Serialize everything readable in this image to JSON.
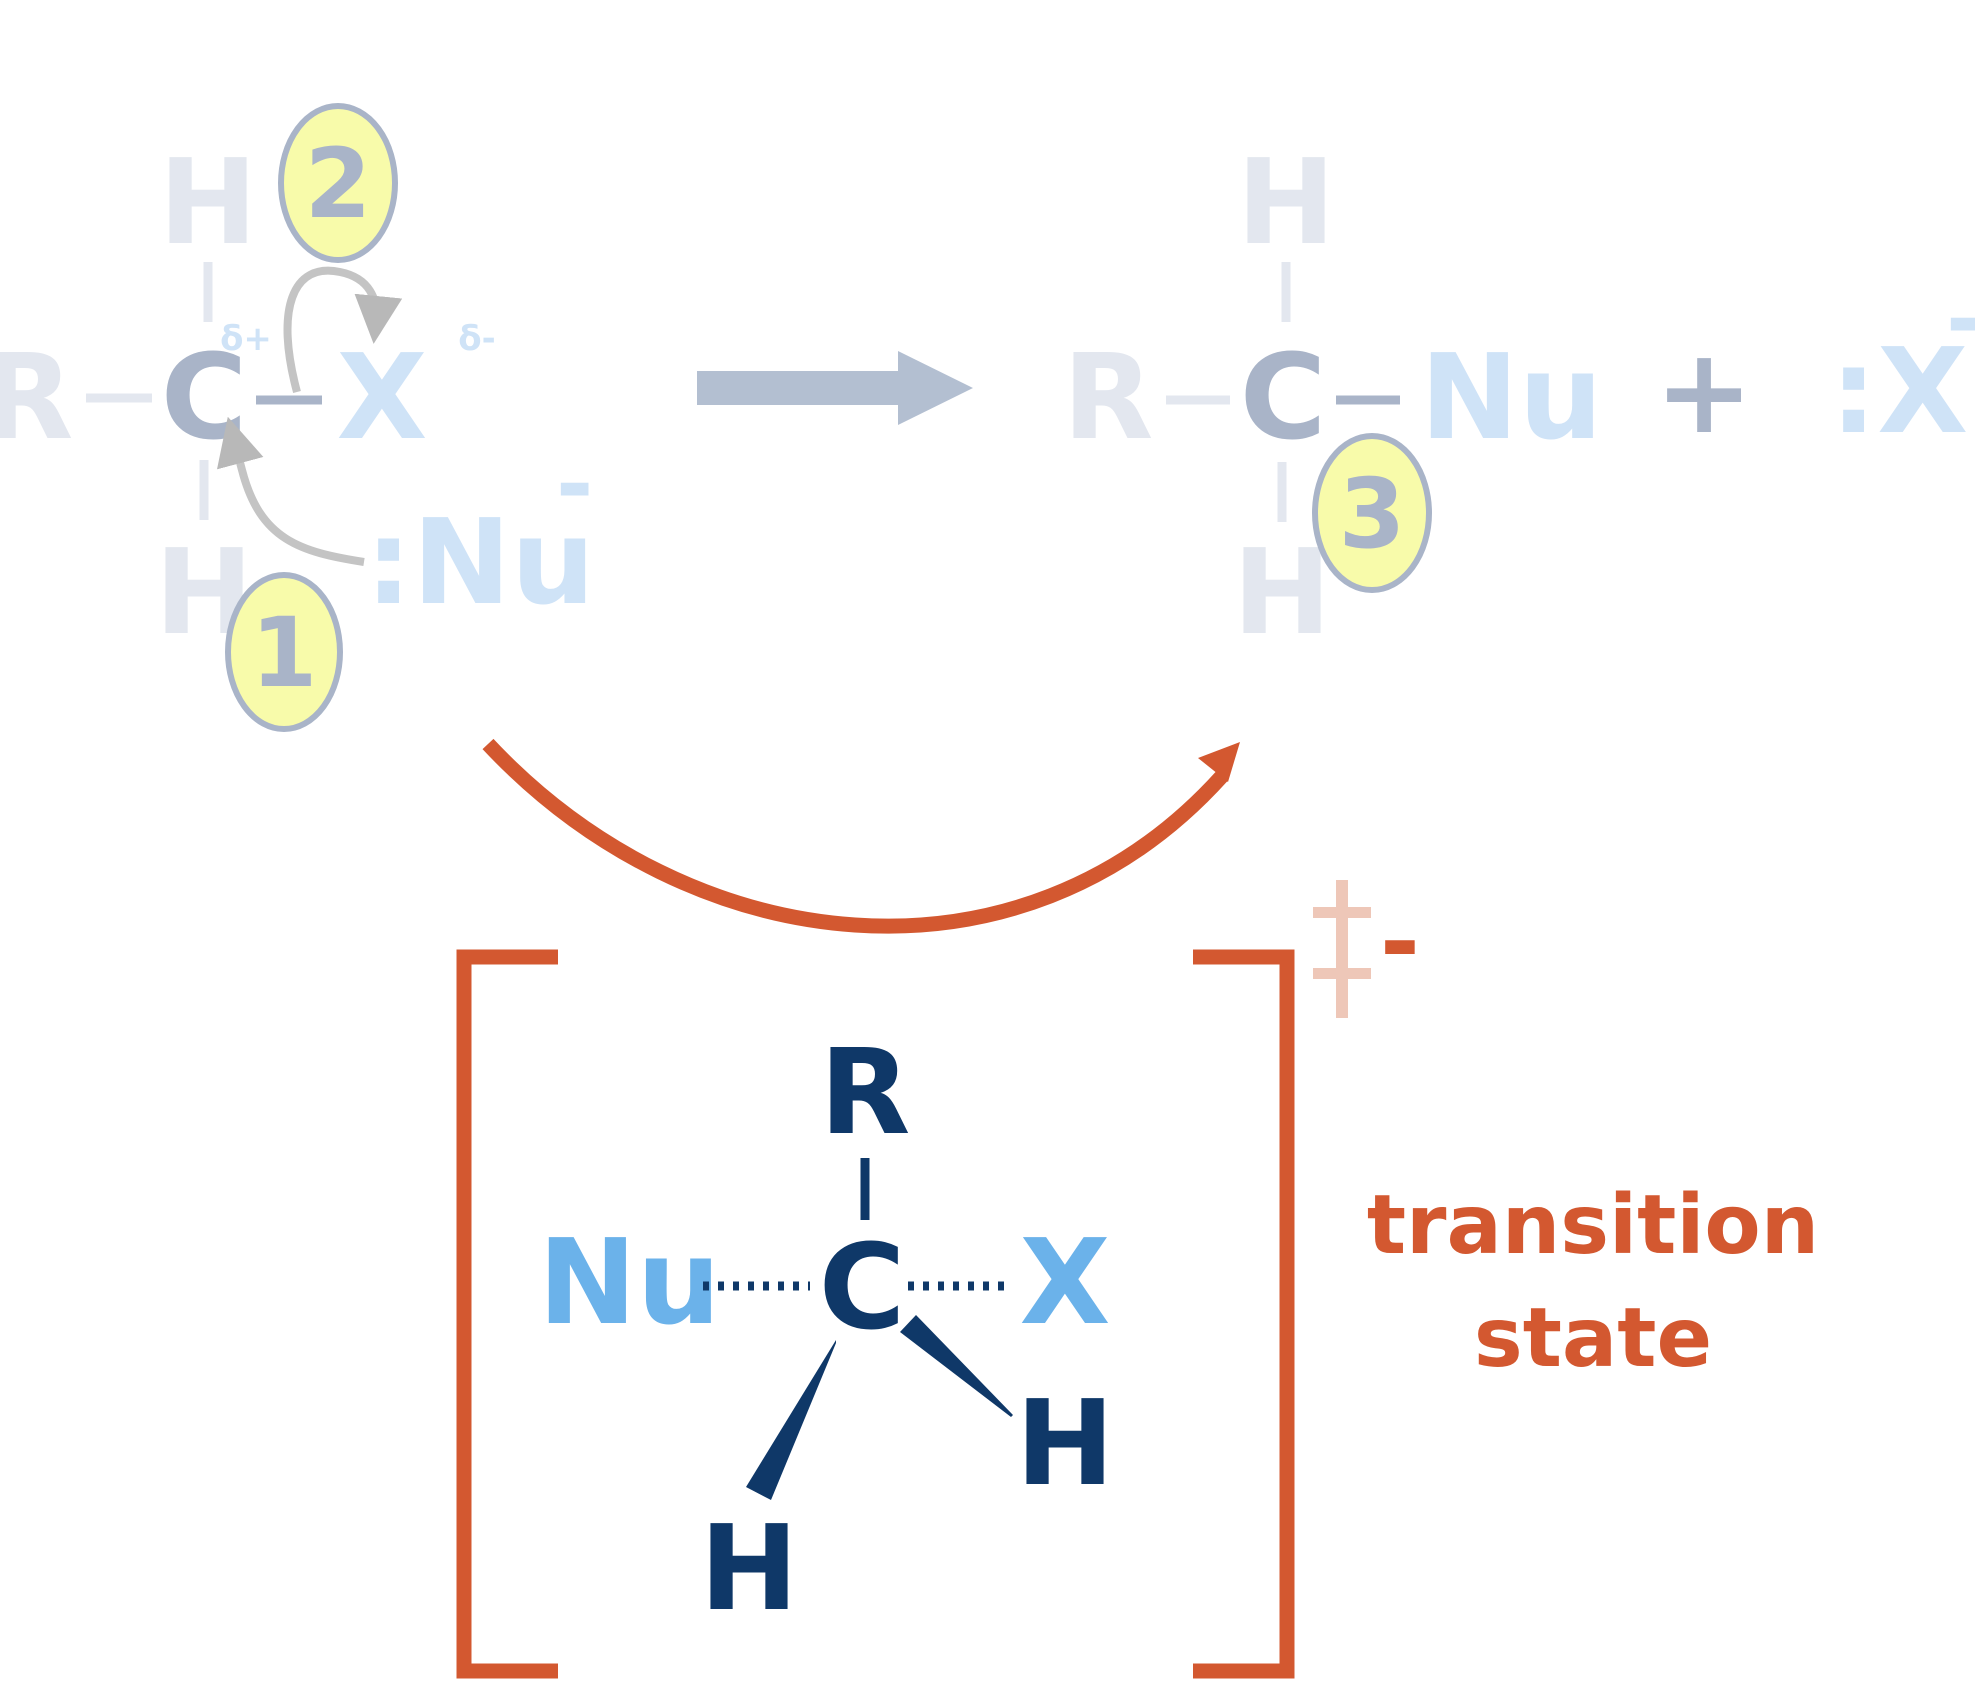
{
  "reactant": {
    "r": "R",
    "c": "C",
    "x": "X",
    "h_top": "H",
    "h_bottom": "H",
    "delta_plus": "δ+",
    "delta_minus": "δ-",
    "nucleophile": ":Nu",
    "nucleophile_charge": "-"
  },
  "steps": {
    "step1": "1",
    "step2": "2",
    "step3": "3"
  },
  "product": {
    "r": "R",
    "c": "C",
    "nu": "Nu",
    "h_top": "H",
    "h_bottom": "H",
    "plus": "+",
    "leaving_group": ":X",
    "leaving_charge": "-"
  },
  "transition_state": {
    "r": "R",
    "c": "C",
    "nu": "Nu",
    "x": "X",
    "h_left": "H",
    "h_right": "H",
    "double_dagger": "‡",
    "charge": "-",
    "label_line1": "transition",
    "label_line2": "state"
  },
  "colors": {
    "faded_gray": "#e3e7ef",
    "faded_blue": "#cfe3f7",
    "carbon_gray": "#a9b4c8",
    "badge_fill": "#f8fbaa",
    "badge_stroke": "#a9b4c8",
    "mech_arrow": "#c4c4c4",
    "reaction_arrow": "#b3bfd1",
    "orange": "#d35830",
    "dagger_faded": "#eec7b8",
    "navy": "#0f3868",
    "light_blue": "#6bb2ea"
  }
}
